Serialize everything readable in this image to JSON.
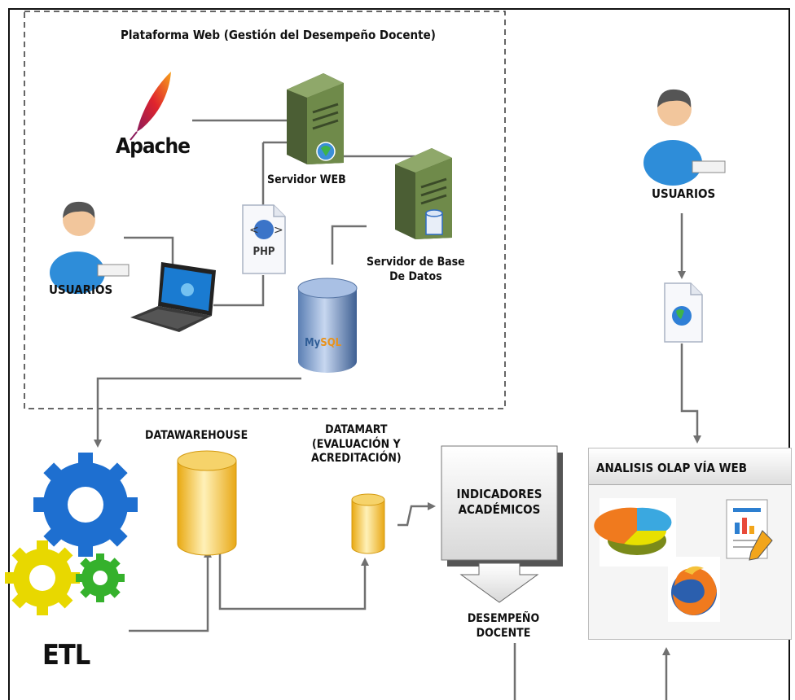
{
  "platform": {
    "title": "Plataforma Web (Gestión del Desempeño Docente)"
  },
  "apache": {
    "label": "Apache"
  },
  "servers": {
    "web": "Servidor WEB",
    "db_line1": "Servidor de Base",
    "db_line2": "De Datos"
  },
  "php": {
    "label": "PHP"
  },
  "mysql": {
    "label_a": "My",
    "label_b": "SQL"
  },
  "users": {
    "left": "USUARIOS",
    "right": "USUARIOS"
  },
  "etl": {
    "label": "ETL"
  },
  "datawarehouse": {
    "label": "DATAWAREHOUSE"
  },
  "datamart": {
    "line1": "DATAMART",
    "line2": "(EVALUACIÓN Y",
    "line3": "ACREDITACIÓN)"
  },
  "indicators": {
    "line1": "INDICADORES",
    "line2": "ACADÉMICOS"
  },
  "performance": {
    "line1": "DESEMPEÑO",
    "line2": "DOCENTE"
  },
  "olap": {
    "title": "ANALISIS OLAP VÍA WEB"
  },
  "colors": {
    "server_green": "#6f8a4a",
    "db_yellow": "#f3c94a",
    "gear_blue": "#1e6fd0",
    "gear_yellow": "#e8d800",
    "gear_green": "#35b12c",
    "connector_gray": "#707070"
  }
}
